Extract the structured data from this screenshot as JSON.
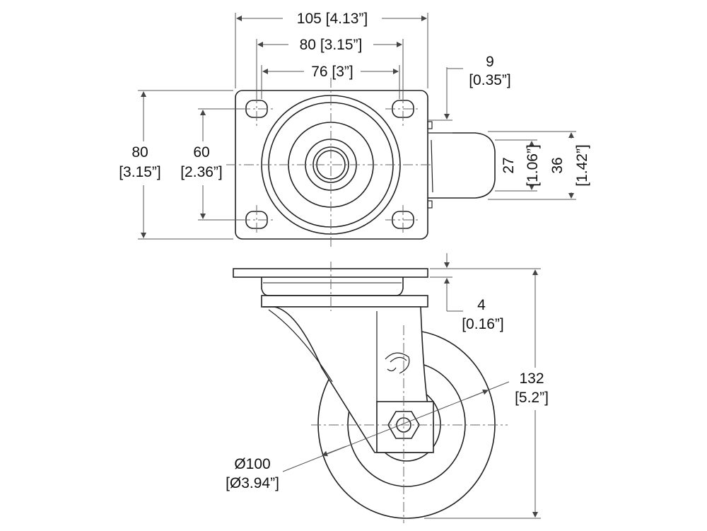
{
  "dimensions": {
    "plate_width": "105 [4.13”]",
    "hole_spacing_outer": "80 [3.15”]",
    "hole_spacing_inner": "76 [3”]",
    "offset": "9",
    "offset_in": "[0.35”]",
    "plate_height": "80",
    "plate_height_in": "[3.15”]",
    "hole_spacing_vertical": "60",
    "hole_spacing_vertical_in": "[2.36”]",
    "wheel_width": "27",
    "wheel_width_in": "[1.06”]",
    "fork_width": "36",
    "fork_width_in": "[1.42”]",
    "plate_thickness": "4",
    "plate_thickness_in": "[0.16”]",
    "overall_height": "132",
    "overall_height_in": "[5.2”]",
    "wheel_diameter": "Ø100",
    "wheel_diameter_in": "[Ø3.94”]"
  },
  "colors": {
    "line": "#222222",
    "dim_line": "#555555",
    "center_line": "#666666"
  }
}
